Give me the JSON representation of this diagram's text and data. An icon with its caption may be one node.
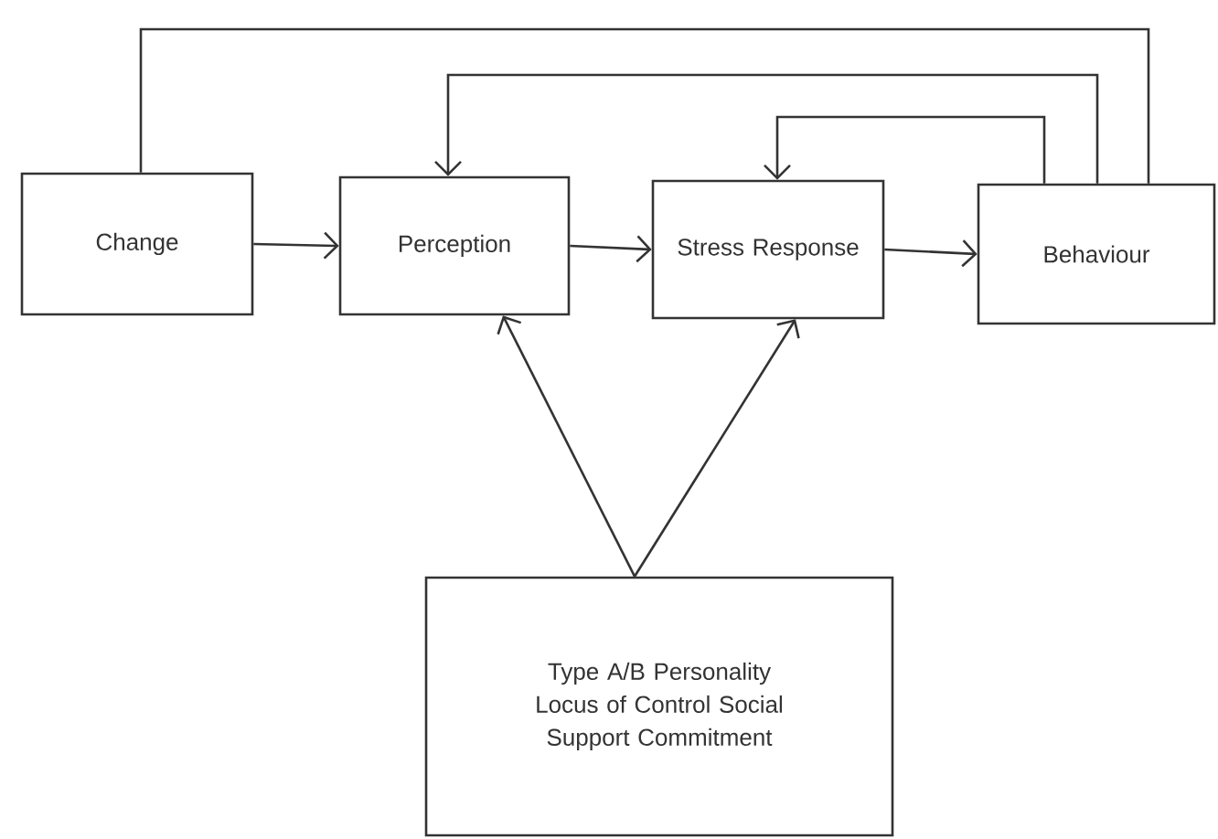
{
  "diagram": {
    "nodes": [
      {
        "text": [
          "Change"
        ]
      },
      {
        "text": [
          "Perception"
        ]
      },
      {
        "text": [
          "Stress Response"
        ]
      },
      {
        "text": [
          "Behaviour"
        ]
      },
      {
        "text": [
          "Type A/B Personality Locus of Control Social Support Commitment"
        ]
      }
    ],
    "edges": [
      {
        "from": 0,
        "to": 1,
        "arrow": "to"
      },
      {
        "from": 1,
        "to": 2,
        "arrow": "to"
      },
      {
        "from": 2,
        "to": 3,
        "arrow": "to"
      },
      {
        "from": 3,
        "to": 0,
        "arrow": "none"
      },
      {
        "from": 3,
        "to": 1,
        "arrow": "to"
      },
      {
        "from": 3,
        "to": 2,
        "arrow": "to"
      },
      {
        "from": 4,
        "to": 1,
        "arrow": "to"
      },
      {
        "from": 4,
        "to": 2,
        "arrow": "to"
      }
    ]
  }
}
